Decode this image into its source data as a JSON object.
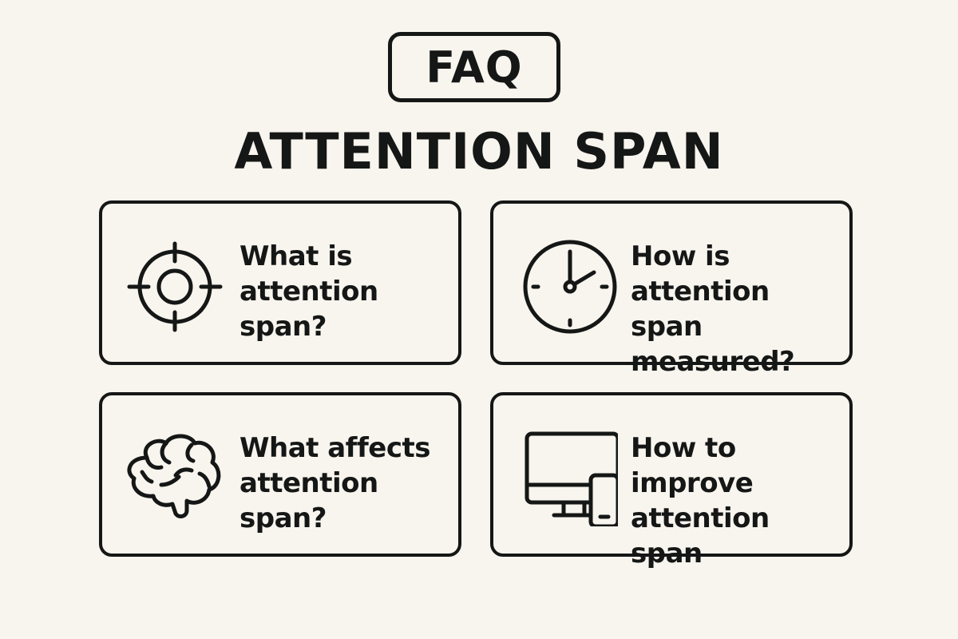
{
  "header": {
    "badge": "FAQ",
    "title": "ATTENTION SPAN"
  },
  "colors": {
    "background": "#f8f4ee",
    "ink": "#151716"
  },
  "cards": [
    {
      "icon": "target-icon",
      "question": "What is\nattention\nspan?"
    },
    {
      "icon": "clock-icon",
      "question": "How is\nattention span\nmeasured?"
    },
    {
      "icon": "brain-icon",
      "question": "What affects\nattention\nspan?"
    },
    {
      "icon": "devices-icon",
      "question": "How to\nimprove\nattention span"
    }
  ]
}
